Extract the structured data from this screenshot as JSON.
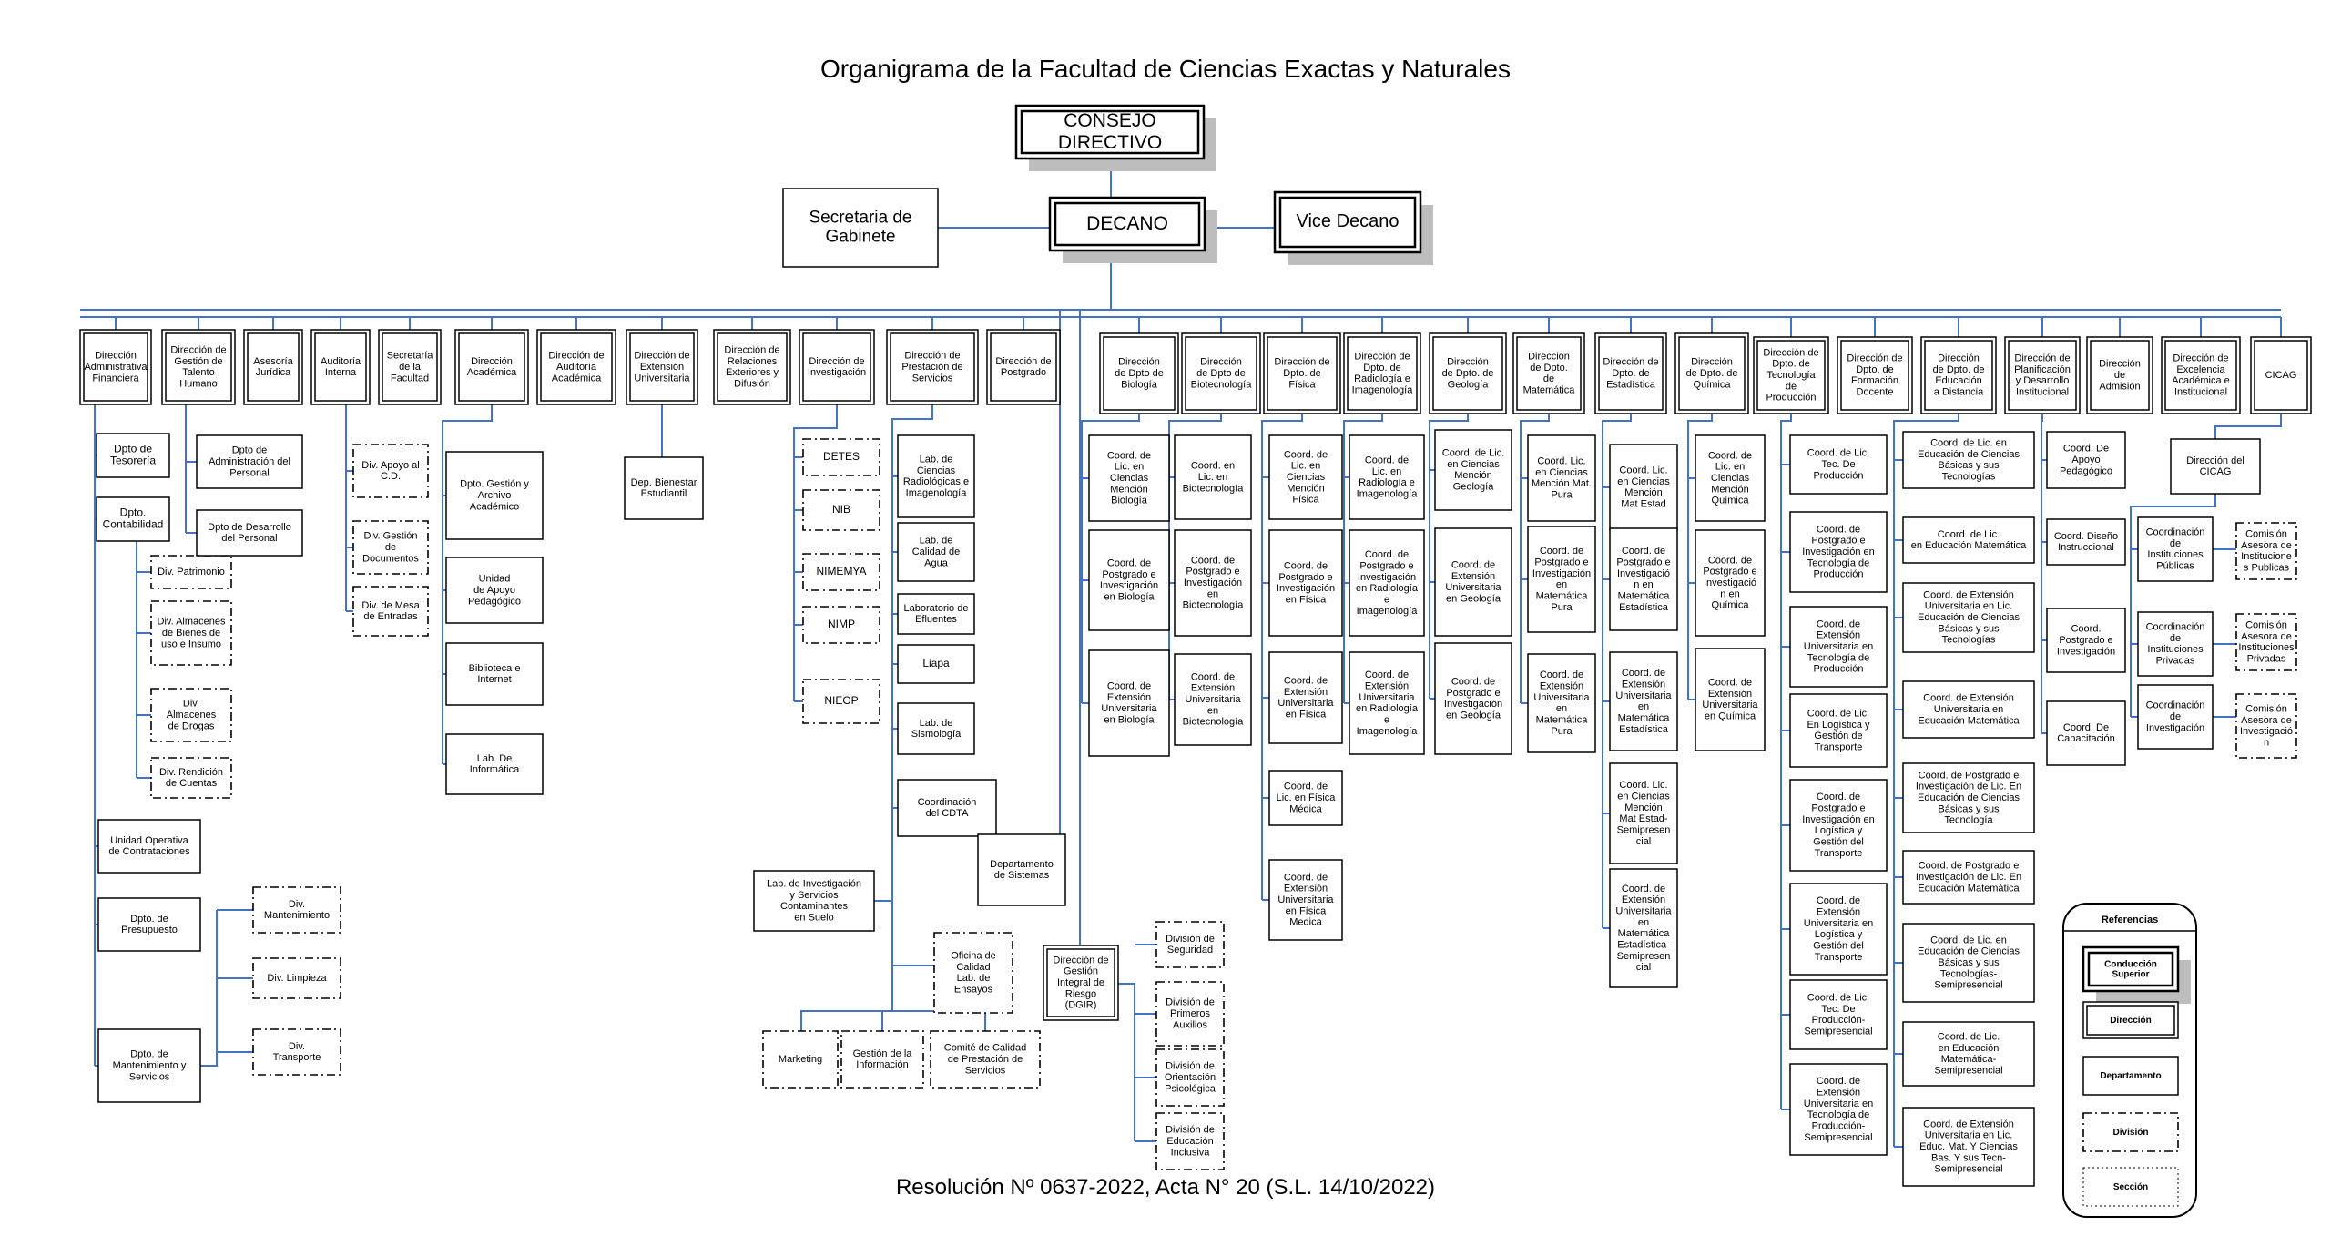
{
  "title": "Organigrama de la Facultad de Ciencias Exactas y Naturales",
  "footer": "Resolución Nº 0637-2022, Acta N° 20 (S.L. 14/10/2022)",
  "colors": {
    "connector": "#4472c4",
    "box_border": "#000000",
    "shadow": "#bdbdbd"
  },
  "nodes": [
    {
      "id": "consejo",
      "label": "CONSEJO\nDIRECTIVO",
      "kind": "top"
    },
    {
      "id": "decano",
      "label": "DECANO",
      "kind": "top"
    },
    {
      "id": "secgab",
      "label": "Secretaria de\nGabinete",
      "kind": "dept"
    },
    {
      "id": "vice",
      "label": "Vice Decano",
      "kind": "top"
    },
    {
      "id": "d_af",
      "label": "Dirección\nAdministrativa\nFinanciera",
      "kind": "dir"
    },
    {
      "id": "d_gth",
      "label": "Dirección de\nGestión de\nTalento\nHumano",
      "kind": "dir"
    },
    {
      "id": "d_aj",
      "label": "Asesoría\nJurídica",
      "kind": "dir"
    },
    {
      "id": "d_ai",
      "label": "Auditoría\nInterna",
      "kind": "dir"
    },
    {
      "id": "d_sf",
      "label": "Secretaría\nde la\nFacultad",
      "kind": "dir"
    },
    {
      "id": "d_ac",
      "label": "Dirección\nAcadémica",
      "kind": "dir"
    },
    {
      "id": "d_aud",
      "label": "Dirección de\nAuditoría\nAcadémica",
      "kind": "dir"
    },
    {
      "id": "d_ext",
      "label": "Dirección de\nExtensión\nUniversitaria",
      "kind": "dir"
    },
    {
      "id": "d_rel",
      "label": "Dirección de\nRelaciones\nExteriores y\nDifusión",
      "kind": "dir"
    },
    {
      "id": "d_inv",
      "label": "Dirección de\nInvestigación",
      "kind": "dir"
    },
    {
      "id": "d_ps",
      "label": "Dirección de\nPrestación de\nServicios",
      "kind": "dir"
    },
    {
      "id": "d_pos",
      "label": "Dirección de\nPostgrado",
      "kind": "dir"
    },
    {
      "id": "d_bio",
      "label": "Dirección\nde Dpto de\nBiología",
      "kind": "dir"
    },
    {
      "id": "d_biot",
      "label": "Dirección\nde Dpto de\nBiotecnología",
      "kind": "dir"
    },
    {
      "id": "d_fis",
      "label": "Dirección de\nDpto. de\nFísica",
      "kind": "dir"
    },
    {
      "id": "d_rad",
      "label": "Dirección de\nDpto. de\nRadiología e\nImagenología",
      "kind": "dir"
    },
    {
      "id": "d_geo",
      "label": "Dirección\nde Dpto. de\nGeología",
      "kind": "dir"
    },
    {
      "id": "d_mat",
      "label": "Dirección\nde Dpto.\nde\nMatemática",
      "kind": "dir"
    },
    {
      "id": "d_est",
      "label": "Dirección de\nDpto. de\nEstadística",
      "kind": "dir"
    },
    {
      "id": "d_qui",
      "label": "Dirección\nde Dpto. de\nQuímica",
      "kind": "dir"
    },
    {
      "id": "d_tec",
      "label": "Dirección de\nDpto. de\nTecnología\nde\nProducción",
      "kind": "dir"
    },
    {
      "id": "d_fd",
      "label": "Dirección de\nDpto. de\nFormación\nDocente",
      "kind": "dir"
    },
    {
      "id": "d_ead",
      "label": "Dirección\nde Dpto. de\nEducación\na Distancia",
      "kind": "dir"
    },
    {
      "id": "d_pdi",
      "label": "Dirección de\nPlanificación\ny Desarrollo\nInstitucional",
      "kind": "dir"
    },
    {
      "id": "d_adm",
      "label": "Dirección\nde\nAdmisión",
      "kind": "dir"
    },
    {
      "id": "d_exc",
      "label": "Dirección de\nExcelencia\nAcadémica e\nInstitucional",
      "kind": "dir"
    },
    {
      "id": "d_cicag",
      "label": "CICAG",
      "kind": "dir"
    },
    {
      "id": "af1",
      "label": "Dpto de\nTesorería",
      "kind": "dept"
    },
    {
      "id": "af2",
      "label": "Dpto.\nContabilidad",
      "kind": "dept"
    },
    {
      "id": "af2a",
      "label": "Div. Patrimonio",
      "kind": "div"
    },
    {
      "id": "af2b",
      "label": "Div. Almacenes\nde Bienes de\nuso e Insumo",
      "kind": "div"
    },
    {
      "id": "af2c",
      "label": "Div.\nAlmacenes\nde Drogas",
      "kind": "div"
    },
    {
      "id": "af2d",
      "label": "Div. Rendición\nde Cuentas",
      "kind": "div"
    },
    {
      "id": "af3",
      "label": "Unidad Operativa\nde Contrataciones",
      "kind": "dept"
    },
    {
      "id": "af4",
      "label": "Dpto. de\nPresupuesto",
      "kind": "dept"
    },
    {
      "id": "af5",
      "label": "Dpto. de\nMantenimiento y\nServicios",
      "kind": "dept"
    },
    {
      "id": "af5a",
      "label": "Div.\nMantenimiento",
      "kind": "div"
    },
    {
      "id": "af5b",
      "label": "Div. Limpieza",
      "kind": "div"
    },
    {
      "id": "af5c",
      "label": "Div.\nTransporte",
      "kind": "div"
    },
    {
      "id": "gth1",
      "label": "Dpto de\nAdministración del\nPersonal",
      "kind": "dept"
    },
    {
      "id": "gth2",
      "label": "Dpto de Desarrollo\ndel Personal",
      "kind": "dept"
    },
    {
      "id": "sf1",
      "label": "Div. Apoyo al\nC.D.",
      "kind": "div"
    },
    {
      "id": "sf2",
      "label": "Div. Gestión\nde\nDocumentos",
      "kind": "div"
    },
    {
      "id": "sf3",
      "label": "Div. de Mesa\nde Entradas",
      "kind": "div"
    },
    {
      "id": "ac1",
      "label": "Dpto. Gestión y\nArchivo\nAcadémico",
      "kind": "dept"
    },
    {
      "id": "ac2",
      "label": "Unidad\nde Apoyo\nPedagógico",
      "kind": "dept"
    },
    {
      "id": "ac3",
      "label": "Biblioteca e\nInternet",
      "kind": "dept"
    },
    {
      "id": "ac4",
      "label": "Lab. De\nInformática",
      "kind": "dept"
    },
    {
      "id": "ext1",
      "label": "Dep. Bienestar\nEstudiantil",
      "kind": "dept"
    },
    {
      "id": "inv1",
      "label": "DETES",
      "kind": "div"
    },
    {
      "id": "inv2",
      "label": "NIB",
      "kind": "div"
    },
    {
      "id": "inv3",
      "label": "NIMEMYA",
      "kind": "div"
    },
    {
      "id": "inv4",
      "label": "NIMP",
      "kind": "div"
    },
    {
      "id": "inv5",
      "label": "NIEOP",
      "kind": "div"
    },
    {
      "id": "ps1",
      "label": "Lab. de\nCiencias\nRadiológicas e\nImagenología",
      "kind": "dept"
    },
    {
      "id": "ps2",
      "label": "Lab. de\nCalidad de\nAgua",
      "kind": "dept"
    },
    {
      "id": "ps3",
      "label": "Laboratorio de\nEfluentes",
      "kind": "dept"
    },
    {
      "id": "ps4",
      "label": "Liapa",
      "kind": "dept"
    },
    {
      "id": "ps5",
      "label": "Lab. de\nSismología",
      "kind": "dept"
    },
    {
      "id": "ps6",
      "label": "Coordinación\ndel CDTA",
      "kind": "dept"
    },
    {
      "id": "ps7",
      "label": "Lab. de Investigación\ny Servicios\nContaminantes\nen Suelo",
      "kind": "dept"
    },
    {
      "id": "ps8",
      "label": "Oficina de\nCalidad\nLab. de\nEnsayos",
      "kind": "div"
    },
    {
      "id": "ps9",
      "label": "Marketing",
      "kind": "div"
    },
    {
      "id": "ps10",
      "label": "Gestión de la\nInformación",
      "kind": "div"
    },
    {
      "id": "ps11",
      "label": "Comité de Calidad\nde Prestación de\nServicios",
      "kind": "div"
    },
    {
      "id": "dsis",
      "label": "Departamento\nde Sistemas",
      "kind": "dept"
    },
    {
      "id": "dgir",
      "label": "Dirección de\nGestión\nIntegral de\nRiesgo\n(DGIR)",
      "kind": "dir"
    },
    {
      "id": "dg1",
      "label": "División de\nSeguridad",
      "kind": "div"
    },
    {
      "id": "dg2",
      "label": "División de\nPrimeros\nAuxilios",
      "kind": "div"
    },
    {
      "id": "dg3",
      "label": "División de\nOrientación\nPsicológica",
      "kind": "div"
    },
    {
      "id": "dg4",
      "label": "División de\nEducación\nInclusiva",
      "kind": "div"
    },
    {
      "id": "bio1",
      "label": "Coord. de\nLic. en\nCiencias\nMención\nBiología",
      "kind": "dept"
    },
    {
      "id": "bio2",
      "label": "Coord. de\nPostgrado e\nInvestigación\nen Biología",
      "kind": "dept"
    },
    {
      "id": "bio3",
      "label": "Coord. de\nExtensión\nUniversitaria\nen Biología",
      "kind": "dept"
    },
    {
      "id": "biot1",
      "label": "Coord. en\nLic. en\nBiotecnología",
      "kind": "dept"
    },
    {
      "id": "biot2",
      "label": "Coord. de\nPostgrado e\nInvestigación\nen\nBiotecnología",
      "kind": "dept"
    },
    {
      "id": "biot3",
      "label": "Coord. de\nExtensión\nUniversitaria\nen\nBiotecnología",
      "kind": "dept"
    },
    {
      "id": "fis1",
      "label": "Coord. de\nLic. en\nCiencias\nMención\nFísica",
      "kind": "dept"
    },
    {
      "id": "fis2",
      "label": "Coord. de\nPostgrado e\nInvestigación\nen Física",
      "kind": "dept"
    },
    {
      "id": "fis3",
      "label": "Coord. de\nExtensión\nUniversitaria\nen Física",
      "kind": "dept"
    },
    {
      "id": "fis4",
      "label": "Coord. de\nLic. en Física\nMédica",
      "kind": "dept"
    },
    {
      "id": "fis5",
      "label": "Coord. de\nExtensión\nUniversitaria\nen Física\nMedica",
      "kind": "dept"
    },
    {
      "id": "rad1",
      "label": "Coord. de\nLic. en\nRadiología e\nImagenología",
      "kind": "dept"
    },
    {
      "id": "rad2",
      "label": "Coord. de\nPostgrado e\nInvestigación\nen Radiología\ne\nImagenología",
      "kind": "dept"
    },
    {
      "id": "rad3",
      "label": "Coord. de\nExtensión\nUniversitaria\nen Radiología\ne\nImagenología",
      "kind": "dept"
    },
    {
      "id": "geo1",
      "label": "Coord. de Lic.\nen Ciencias\nMención\nGeología",
      "kind": "dept"
    },
    {
      "id": "geo2",
      "label": "Coord. de\nExtensión\nUniversitaria\nen Geología",
      "kind": "dept"
    },
    {
      "id": "geo3",
      "label": "Coord. de\nPostgrado e\nInvestigación\nen Geología",
      "kind": "dept"
    },
    {
      "id": "mat1",
      "label": "Coord. Lic.\nen Ciencias\nMención Mat.\nPura",
      "kind": "dept"
    },
    {
      "id": "mat2",
      "label": "Coord. de\nPostgrado e\nInvestigación\nen\nMatemática\nPura",
      "kind": "dept"
    },
    {
      "id": "mat3",
      "label": "Coord. de\nExtensión\nUniversitaria\nen\nMatemática\nPura",
      "kind": "dept"
    },
    {
      "id": "est1",
      "label": "Coord. Lic.\nen Ciencias\nMención\nMat Estad",
      "kind": "dept"
    },
    {
      "id": "est2",
      "label": "Coord. de\nPostgrado e\nInvestigació\nn en\nMatemática\nEstadística",
      "kind": "dept"
    },
    {
      "id": "est3",
      "label": "Coord. de\nExtensión\nUniversitaria\nen\nMatemática\nEstadística",
      "kind": "dept"
    },
    {
      "id": "est4",
      "label": "Coord. Lic.\nen Ciencias\nMención\nMat Estad-\nSemipresen\ncial",
      "kind": "dept"
    },
    {
      "id": "est5",
      "label": "Coord. de\nExtensión\nUniversitaria\nen\nMatemática\nEstadística-\nSemipresen\ncial",
      "kind": "dept"
    },
    {
      "id": "qui1",
      "label": "Coord. de\nLic. en\nCiencias\nMención\nQuímica",
      "kind": "dept"
    },
    {
      "id": "qui2",
      "label": "Coord. de\nPostgrado e\nInvestigació\nn en\nQuímica",
      "kind": "dept"
    },
    {
      "id": "qui3",
      "label": "Coord. de\nExtensión\nUniversitaria\nen Química",
      "kind": "dept"
    },
    {
      "id": "tec1",
      "label": "Coord. de Lic.\nTec. De\nProducción",
      "kind": "dept"
    },
    {
      "id": "tec2",
      "label": "Coord. de\nPostgrado e\nInvestigación en\nTecnología de\nProducción",
      "kind": "dept"
    },
    {
      "id": "tec3",
      "label": "Coord. de\nExtensión\nUniversitaria en\nTecnología de\nProducción",
      "kind": "dept"
    },
    {
      "id": "tec4",
      "label": "Coord. de Lic.\nEn Logística y\nGestión de\nTransporte",
      "kind": "dept"
    },
    {
      "id": "tec5",
      "label": "Coord. de\nPostgrado e\nInvestigación en\nLogística y\nGestión del\nTransporte",
      "kind": "dept"
    },
    {
      "id": "tec6",
      "label": "Coord. de\nExtensión\nUniversitaria en\nLogística y\nGestión del\nTransporte",
      "kind": "dept"
    },
    {
      "id": "tec7",
      "label": "Coord. de Lic.\nTec. De\nProducción-\nSemipresencial",
      "kind": "dept"
    },
    {
      "id": "tec8",
      "label": "Coord. de\nExtensión\nUniversitaria en\nTecnología de\nProducción-\nSemipresencial",
      "kind": "dept"
    },
    {
      "id": "ead1",
      "label": "Coord. de Lic. en\nEducación de Ciencias\nBásicas y sus\nTecnologías",
      "kind": "dept"
    },
    {
      "id": "ead2",
      "label": "Coord. de Lic.\nen Educación Matemática",
      "kind": "dept"
    },
    {
      "id": "ead3",
      "label": "Coord. de Extensión\nUniversitaria en Lic.\nEducación de Ciencias\nBásicas y sus\nTecnologías",
      "kind": "dept"
    },
    {
      "id": "ead4",
      "label": "Coord. de Extensión\nUniversitaria en\nEducación Matemática",
      "kind": "dept"
    },
    {
      "id": "ead5",
      "label": "Coord. de Postgrado e\nInvestigación de Lic. En\nEducación de Ciencias\nBásicas y sus\nTecnología",
      "kind": "dept"
    },
    {
      "id": "ead6",
      "label": "Coord. de Postgrado e\nInvestigación de Lic. En\nEducación Matemática",
      "kind": "dept"
    },
    {
      "id": "ead7",
      "label": "Coord. de Lic. en\nEducación de Ciencias\nBásicas y sus\nTecnologías-\nSemipresencial",
      "kind": "dept"
    },
    {
      "id": "ead8",
      "label": "Coord. de Lic.\nen Educación\nMatemática-\nSemipresencial",
      "kind": "dept"
    },
    {
      "id": "ead9",
      "label": "Coord. de Extensión\nUniversitaria en Lic.\nEduc. Mat. Y Ciencias\nBas. Y sus Tecn-\nSemipresencial",
      "kind": "dept"
    },
    {
      "id": "pdi1",
      "label": "Coord. De\nApoyo\nPedagógico",
      "kind": "dept"
    },
    {
      "id": "pdi2",
      "label": "Coord. Diseño\nInstruccional",
      "kind": "dept"
    },
    {
      "id": "pdi3",
      "label": "Coord.\nPostgrado e\nInvestigación",
      "kind": "dept"
    },
    {
      "id": "pdi4",
      "label": "Coord. De\nCapacitación",
      "kind": "dept"
    },
    {
      "id": "cicag1",
      "label": "Dirección del\nCICAG",
      "kind": "dept"
    },
    {
      "id": "cicag2",
      "label": "Coordinación\nde\nInstituciones\nPúblicas",
      "kind": "dept"
    },
    {
      "id": "cicag3",
      "label": "Coordinación\nde\nInstituciones\nPrivadas",
      "kind": "dept"
    },
    {
      "id": "cicag4",
      "label": "Coordinación\nde\nInvestigación",
      "kind": "dept"
    },
    {
      "id": "cicag5",
      "label": "Comisión\nAsesora de\nInstitucione\ns Publicas",
      "kind": "div"
    },
    {
      "id": "cicag6",
      "label": "Comisión\nAsesora de\nInstituciones\nPrivadas",
      "kind": "div"
    },
    {
      "id": "cicag7",
      "label": "Comisión\nAsesora de\nInvestigació\nn",
      "kind": "div"
    }
  ],
  "legend": {
    "title": "Referencias",
    "items": [
      {
        "label": "Conducción\nSuperior",
        "kind": "top"
      },
      {
        "label": "Dirección",
        "kind": "dir"
      },
      {
        "label": "Departamento",
        "kind": "dept"
      },
      {
        "label": "División",
        "kind": "div"
      },
      {
        "label": "Sección",
        "kind": "sec"
      }
    ]
  }
}
